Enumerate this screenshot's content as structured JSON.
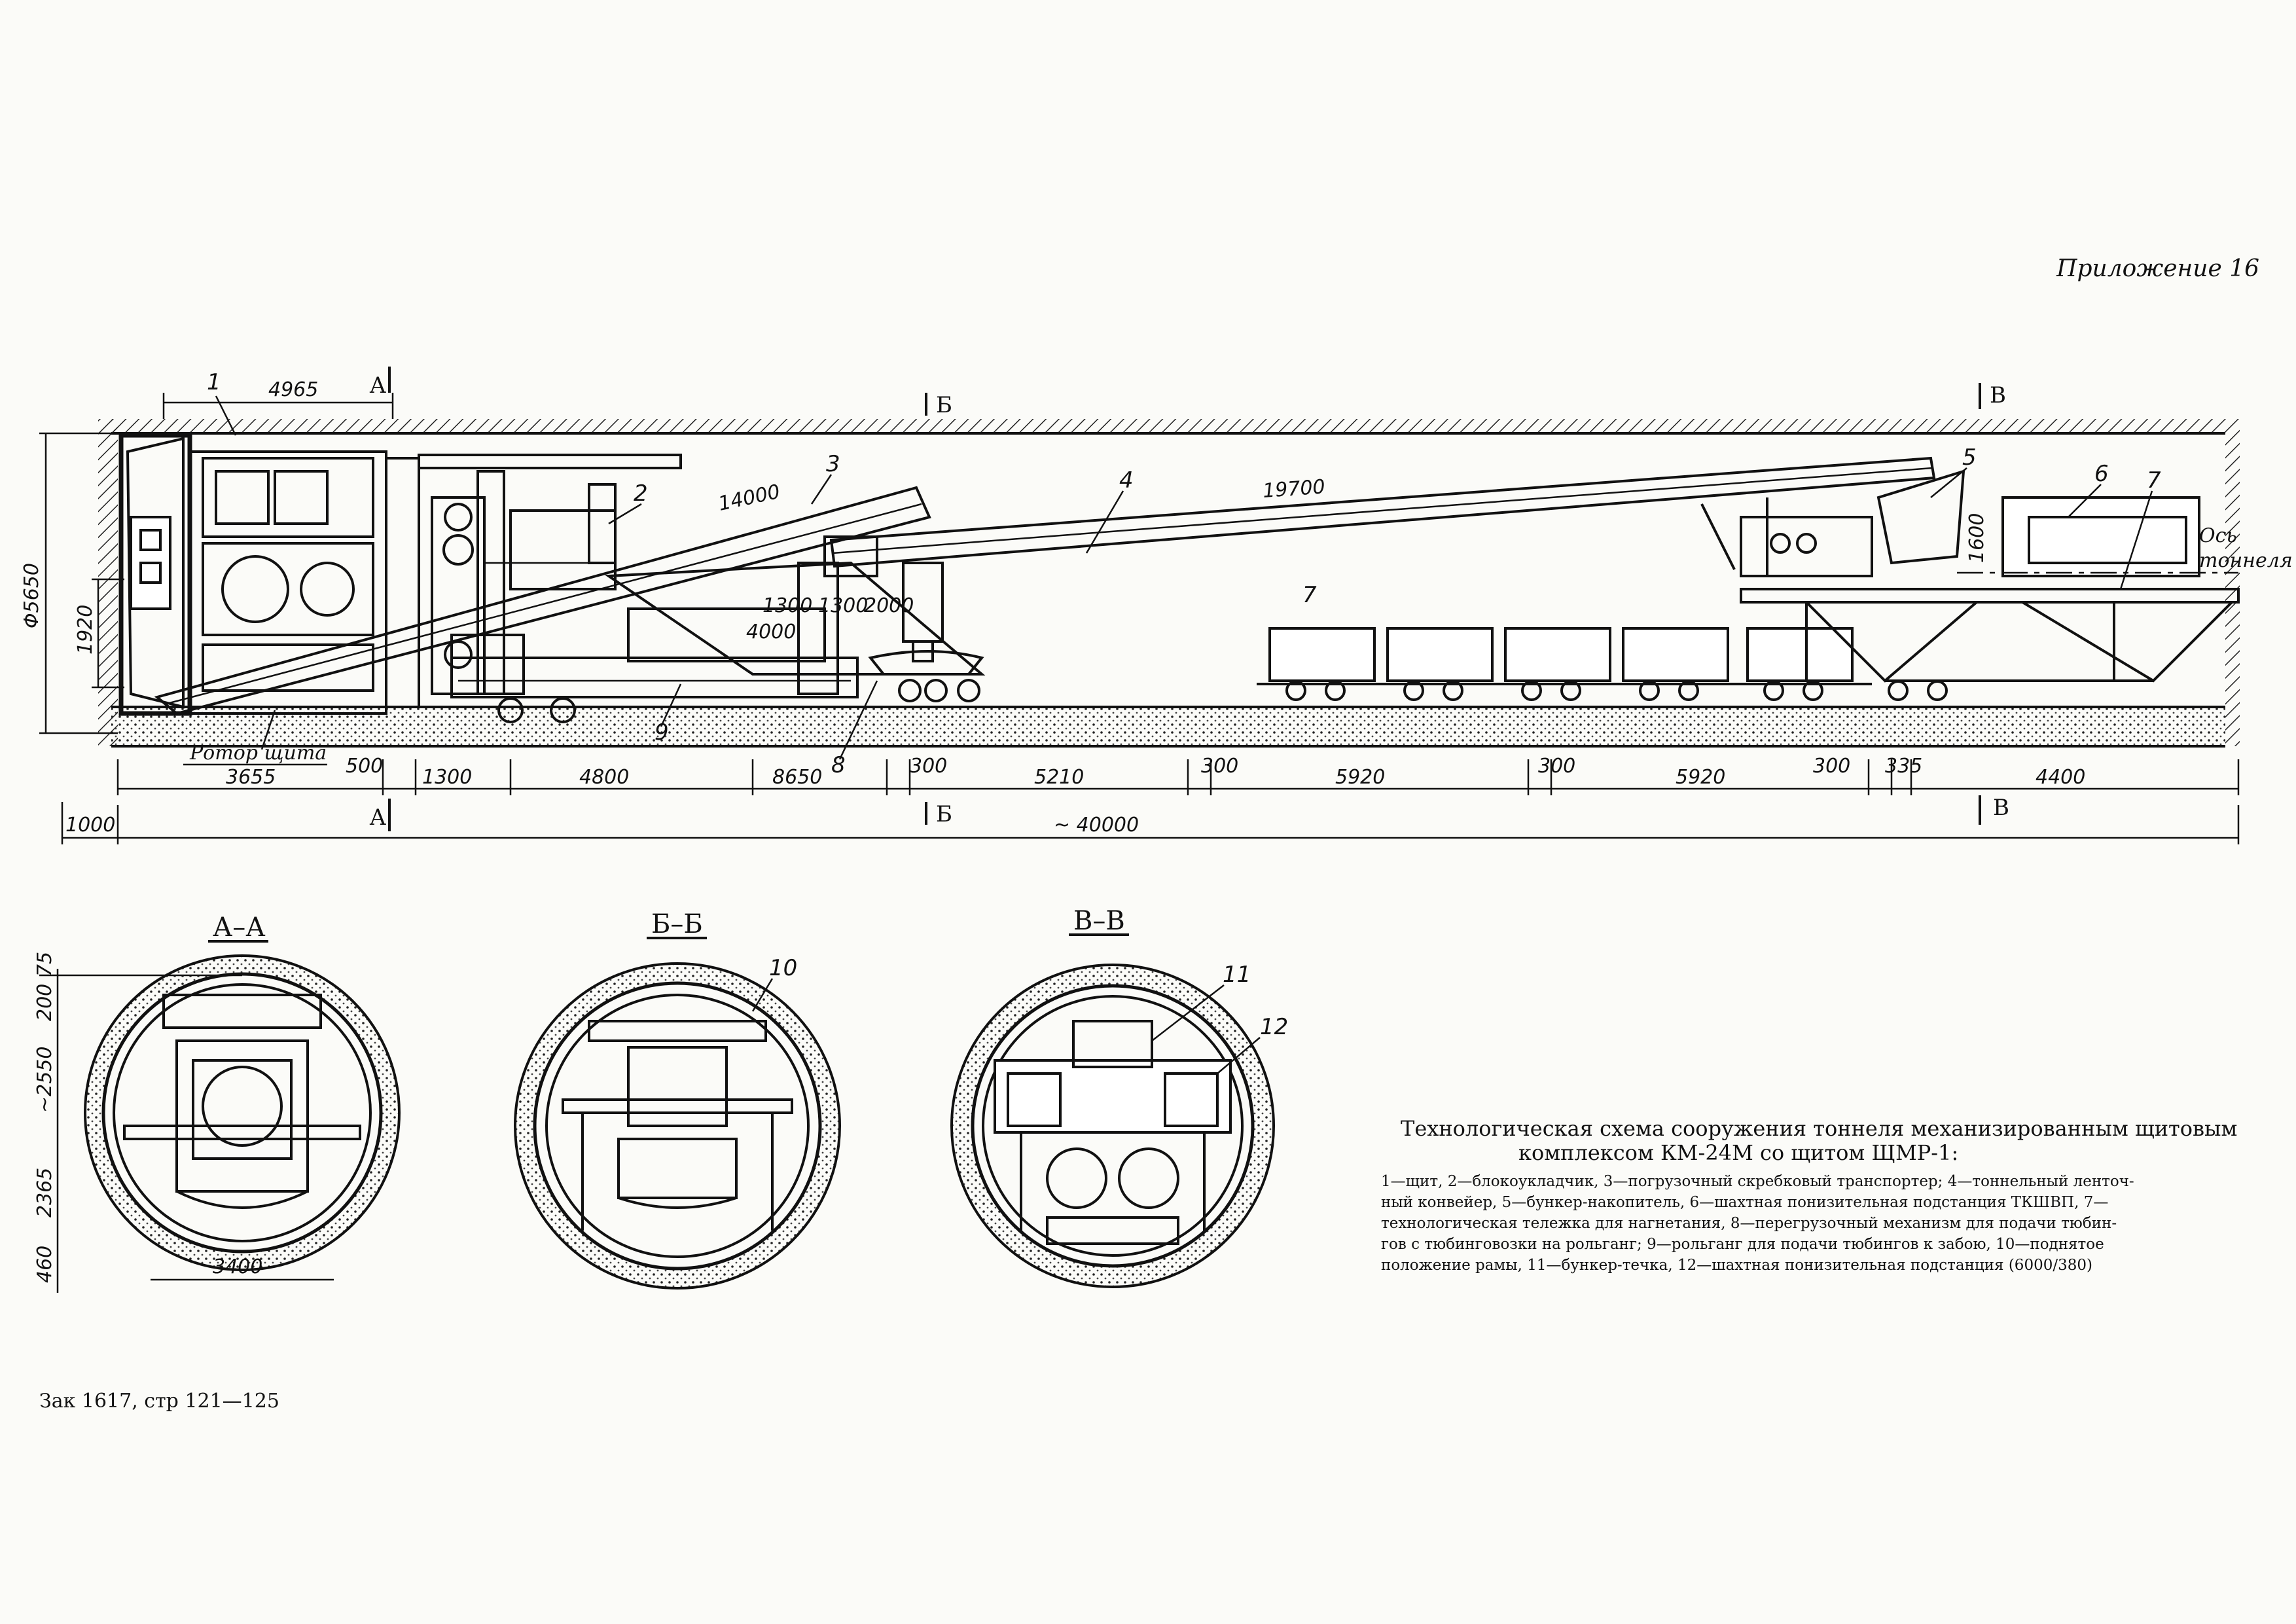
{
  "appendix_label": "Приложение 16",
  "footer": "Зак 1617, стр 121—125",
  "caption": {
    "title_line1": "Технологическая схема сооружения тоннеля механизированным щитовым",
    "title_line2": "комплексом КМ-24М со щитом ЩМР-1:",
    "body_lines": [
      "1—щит, 2—блокоукладчик, 3—погрузочный скребковый транспортер; 4—тоннельный ленточ-",
      "ный конвейер, 5—бункер-накопитель, 6—шахтная понизительная подстанция ТКШВП, 7—",
      "технологическая тележка для нагнетания, 8—перегрузочный механизм для подачи тюбин-",
      "гов с тюбинговозки на рольганг; 9—рольганг для подачи тюбингов к забою, 10—поднятое",
      "положение рамы, 11—бункер-течка, 12—шахтная понизительная подстанция (6000/380)"
    ]
  },
  "section_marks": {
    "a": "A",
    "b": "Б",
    "v": "B"
  },
  "section_titles": {
    "aa": "А–А",
    "bb": "Б–Б",
    "vv": "В–В"
  },
  "labels": {
    "rotor": "Ротор щита",
    "axis_line1": "Ось",
    "axis_line2": "тоннеля"
  },
  "part_numbers": [
    "1",
    "2",
    "3",
    "4",
    "5",
    "6",
    "7",
    "7",
    "8",
    "9",
    "10",
    "11",
    "12"
  ],
  "dimensions": {
    "top_4965": "4965",
    "d_14000": "14000",
    "d_19700": "19700",
    "d_1600": "1600",
    "d_1300a": "1300",
    "d_1300b": "1300",
    "d_2000": "2000",
    "d_4000": "4000",
    "dia_5650": "Φ5650",
    "d_1920": "1920",
    "bottom_row": [
      "3655",
      "500",
      "1300",
      "4800",
      "8650",
      "300",
      "5210",
      "300",
      "5920",
      "300",
      "5920",
      "300",
      "335",
      "4400"
    ],
    "d_1000": "1000",
    "total": "~ 40000",
    "aa_200": "200",
    "aa_75": "75",
    "aa_2550": "~2550",
    "aa_2365": "2365",
    "aa_460": "460",
    "aa_3400": "3400"
  }
}
